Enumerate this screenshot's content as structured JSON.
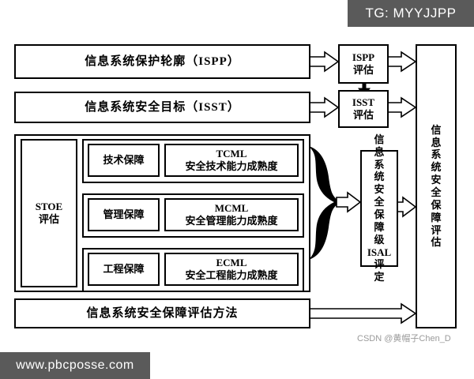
{
  "watermarks": {
    "tg_badge": "TG: MYYJJPP",
    "site_badge": "www.pbcposse.com",
    "attribution": "CSDN @黄帽子Chen_D"
  },
  "diagram": {
    "ispp_row": {
      "label": "信息系统保护轮廓（ISPP）"
    },
    "isst_row": {
      "label": "信息系统安全目标（ISST）"
    },
    "ispp_eval": {
      "line1": "ISPP",
      "line2": "评估"
    },
    "isst_eval": {
      "line1": "ISST",
      "line2": "评估"
    },
    "stoe_group": {
      "stoe_label": {
        "line1": "STOE",
        "line2": "评估"
      },
      "rows": [
        {
          "assurance": "技术保障",
          "code": "TCML",
          "maturity": "安全技术能力成熟度"
        },
        {
          "assurance": "管理保障",
          "code": "MCML",
          "maturity": "安全管理能力成熟度"
        },
        {
          "assurance": "工程保障",
          "code": "ECML",
          "maturity": "安全工程能力成熟度"
        }
      ]
    },
    "isal_box": {
      "lines": [
        "信",
        "息",
        "系",
        "统",
        "安",
        "全",
        "保",
        "障",
        "级",
        "ISAL",
        "评",
        "定"
      ]
    },
    "method_row": {
      "label": "信息系统安全保障评估方法"
    },
    "result_box": {
      "lines": [
        "信",
        "息",
        "系",
        "统",
        "安",
        "全",
        "保",
        "障",
        "评",
        "估"
      ]
    }
  },
  "colors": {
    "stroke": "#000000",
    "background": "#ffffff",
    "watermark_bg": "#5a5a5a",
    "attribution_text": "#9a9a9a"
  }
}
